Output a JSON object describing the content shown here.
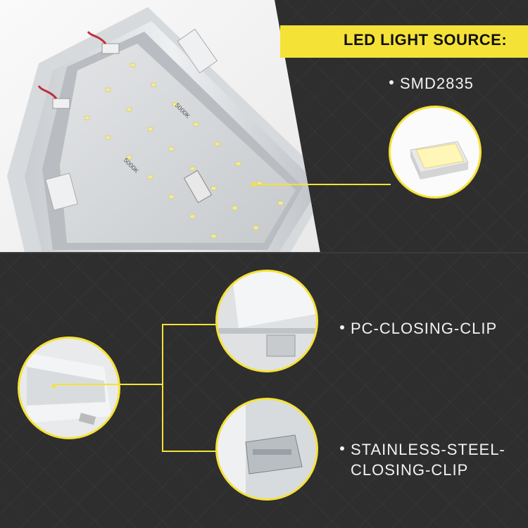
{
  "heading": "LED LIGHT SOURCE:",
  "features": {
    "led_type": "SMD2835",
    "clip_1": "PC-CLOSING-CLIP",
    "clip_2_line1": "STAINLESS-STEEL-",
    "clip_2_line2": "CLOSING-CLIP"
  },
  "board_labels": {
    "board_a_cct": "5000K",
    "board_b_cct": "5000K"
  },
  "colors": {
    "accent": "#f5e236",
    "background": "#2f2f2f",
    "text": "#f2f2f2"
  },
  "icons": [
    "smd-led-chip-icon",
    "pc-clip-photo",
    "steel-clip-photo",
    "fixture-end-photo"
  ]
}
